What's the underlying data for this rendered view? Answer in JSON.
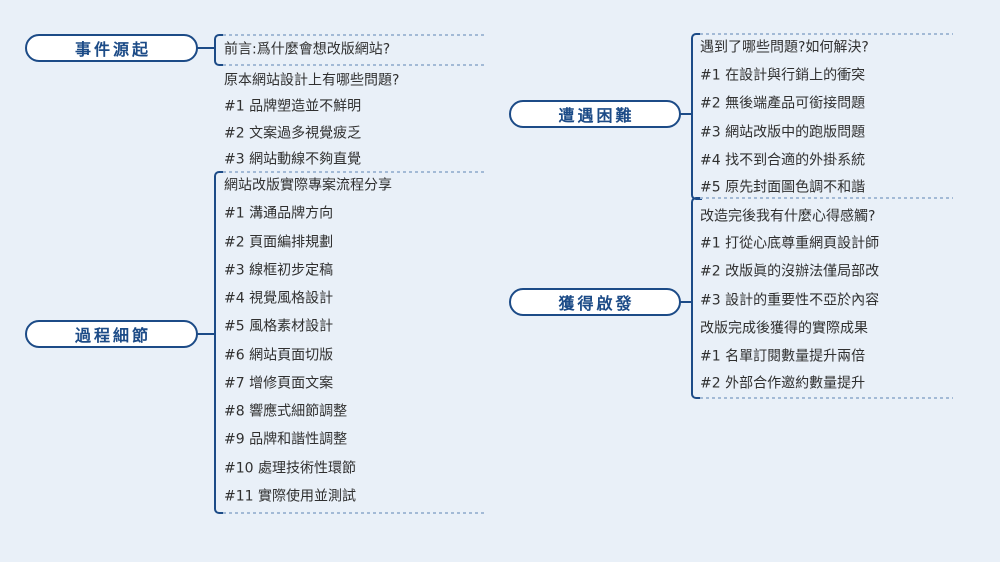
{
  "palette": {
    "background": "#e9f0f8",
    "accent_navy": "#1c4b87",
    "item_text": "#303030",
    "dashed_line": "#a3bad6",
    "box_fill": "#ffffff"
  },
  "boxes": {
    "left_top": "事件源起",
    "left_bottom": "過程細節",
    "right_top": "遭遇困難",
    "right_bottom": "獲得啟發"
  },
  "lists": {
    "intro": [
      "前言:爲什麼會想改版網站?"
    ],
    "problems": [
      "原本網站設計上有哪些問題?",
      "#1 品牌塑造並不鮮明",
      "#2 文案過多視覺疲乏",
      "#3 網站動線不夠直覺"
    ],
    "process": [
      "網站改版實際專案流程分享",
      "#1 溝通品牌方向",
      "#2 頁面編排規劃",
      "#3 線框初步定稿",
      "#4 視覺風格設計",
      "#5 風格素材設計",
      "#6 網站頁面切版",
      "#7 增修頁面文案",
      "#8 響應式細節調整",
      "#9 品牌和諧性調整",
      "#10 處理技術性環節",
      "#11 實際使用並測試"
    ],
    "difficulties": [
      "遇到了哪些問題?如何解決?",
      "#1 在設計與行銷上的衝突",
      "#2 無後端產品可銜接問題",
      "#3 網站改版中的跑版問題",
      "#4 找不到合適的外掛系統",
      "#5 原先封面圖色調不和諧"
    ],
    "insights": [
      "改造完後我有什麼心得感觸?",
      "#1 打從心底尊重網頁設計師",
      "#2 改版眞的沒辦法僅局部改",
      "#3 設計的重要性不亞於內容",
      "改版完成後獲得的實際成果",
      "#1 名單訂閱數量提升兩倍",
      "#2 外部合作邀約數量提升"
    ]
  }
}
